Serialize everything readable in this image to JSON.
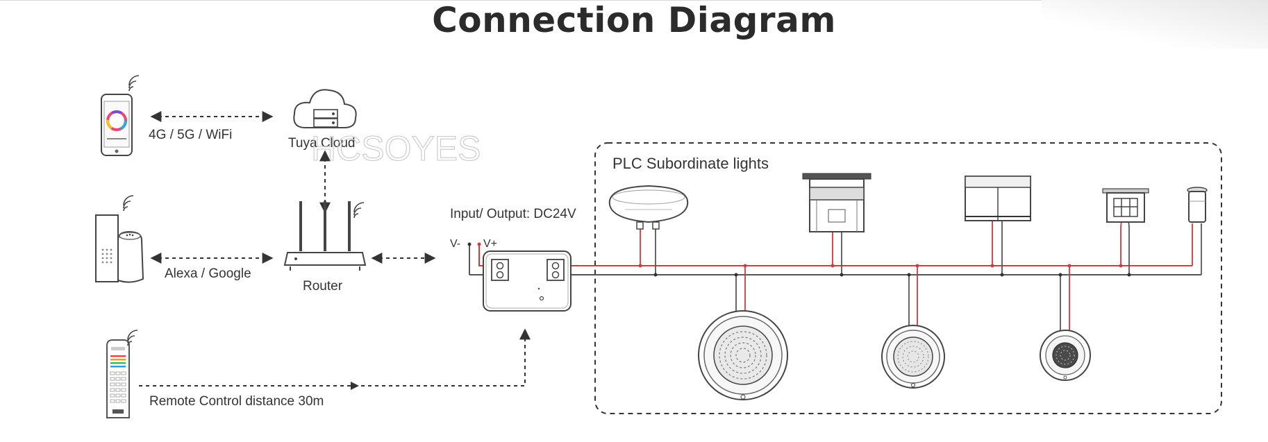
{
  "title": "Connection Diagram",
  "watermark": "HCSOYES",
  "labels": {
    "network": "4G / 5G / WiFi",
    "cloud": "Tuya Cloud",
    "voice": "Alexa / Google",
    "router": "Router",
    "remote": "Remote Control distance 30m",
    "io": "Input/ Output: DC24V",
    "vminus": "V-",
    "vplus": "V+",
    "plc": "PLC Subordinate lights"
  },
  "colors": {
    "wire_positive": "#d9363e",
    "wire_negative": "#333333",
    "line": "#333333"
  },
  "icons": [
    "smartphone-icon",
    "cloud-server-icon",
    "smart-speaker-icon",
    "router-icon",
    "remote-control-icon",
    "controller-box-icon",
    "light-fixture-icon"
  ]
}
